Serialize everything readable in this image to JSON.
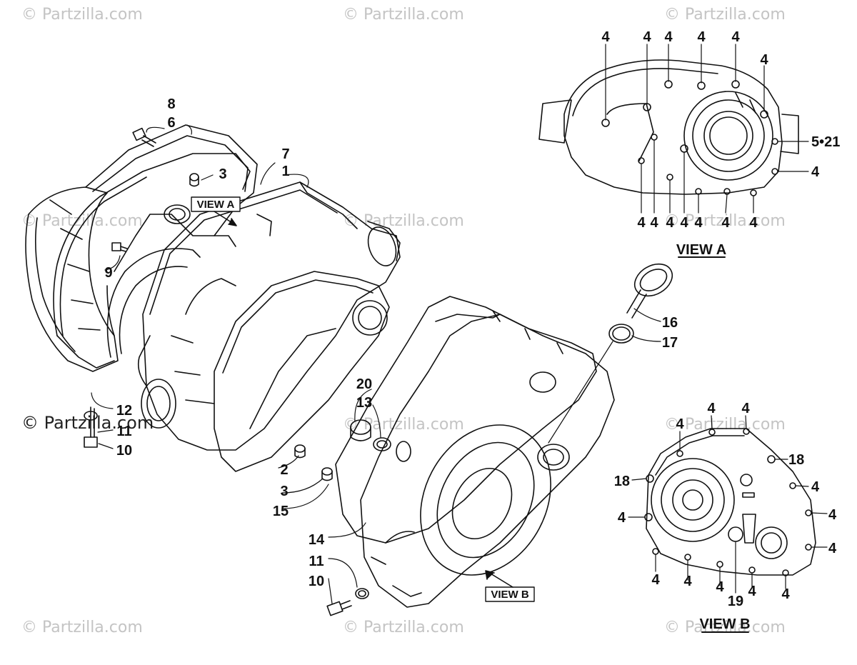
{
  "watermarks": {
    "site": "© Partzilla.com",
    "corner_label": "© Partzilla.com"
  },
  "main_callouts": {
    "c8": "8",
    "c6": "6",
    "c3a": "3",
    "c7": "7",
    "c1": "1",
    "c9": "9",
    "c12": "12",
    "c11a": "11",
    "c10a": "10",
    "c2": "2",
    "c3b": "3",
    "c15": "15",
    "c20": "20",
    "c13": "13",
    "c16": "16",
    "c17": "17",
    "c14": "14",
    "c11b": "11",
    "c10b": "10"
  },
  "view_labels": {
    "view_a_box": "VIEW A",
    "view_b_box": "VIEW B",
    "view_a_title": "VIEW A",
    "view_b_title": "VIEW B"
  },
  "view_a_callouts": {
    "t1": "4",
    "t2": "4",
    "t3": "4",
    "t4": "4",
    "t5": "4",
    "t6": "4",
    "r1": "5•21",
    "r2": "4",
    "b1": "4",
    "b2": "4",
    "b3": "4",
    "b4": "4",
    "b5": "4",
    "b6": "4",
    "b7": "4"
  },
  "view_b_callouts": {
    "t1": "4",
    "t2": "4",
    "tl": "4",
    "r18": "18",
    "l18": "18",
    "r1": "4",
    "r2": "4",
    "r3": "4",
    "l1": "4",
    "b1": "4",
    "b2": "4",
    "b3": "4",
    "b19": "19",
    "b4": "4",
    "b5": "4"
  }
}
